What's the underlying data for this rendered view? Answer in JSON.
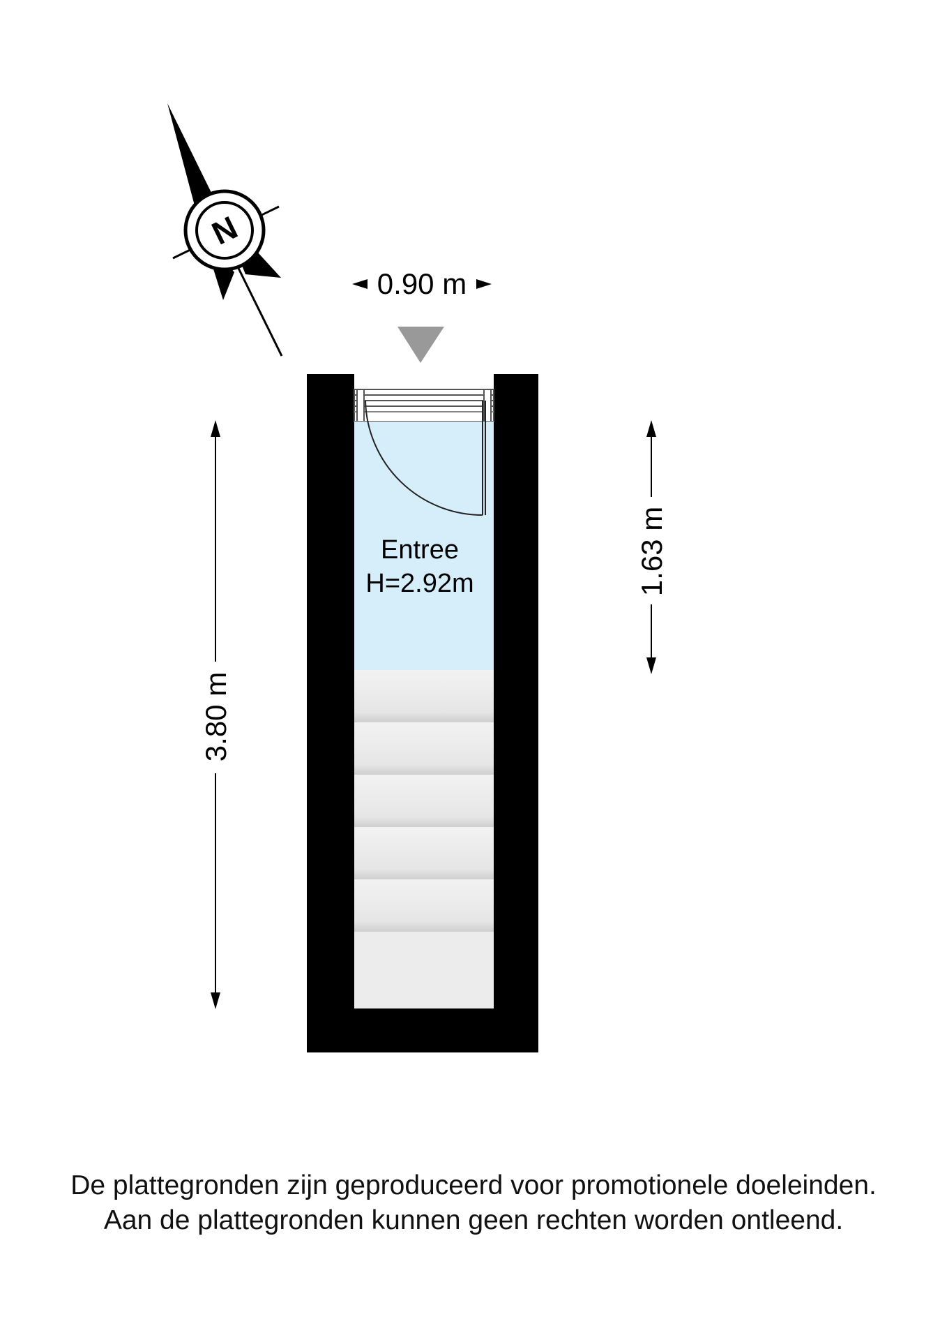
{
  "compass": {
    "north_label": "N",
    "icon": "compass-rose-icon"
  },
  "entrance_marker": {
    "icon": "entrance-triangle-icon",
    "color": "#999999"
  },
  "room": {
    "name": "Entree",
    "height_label": "H=2.92m",
    "fill_color": "#d6edfa"
  },
  "wall_color": "#000000",
  "stairs": {
    "steps": 6,
    "fill_color": "#ececec"
  },
  "dimensions": {
    "width_top": "0.90 m",
    "length_total": "3.80 m",
    "length_room": "1.63 m"
  },
  "disclaimer": {
    "line1": "De plattegronden zijn geproduceerd voor promotionele doeleinden.",
    "line2": "Aan de plattegronden kunnen geen rechten worden ontleend."
  }
}
